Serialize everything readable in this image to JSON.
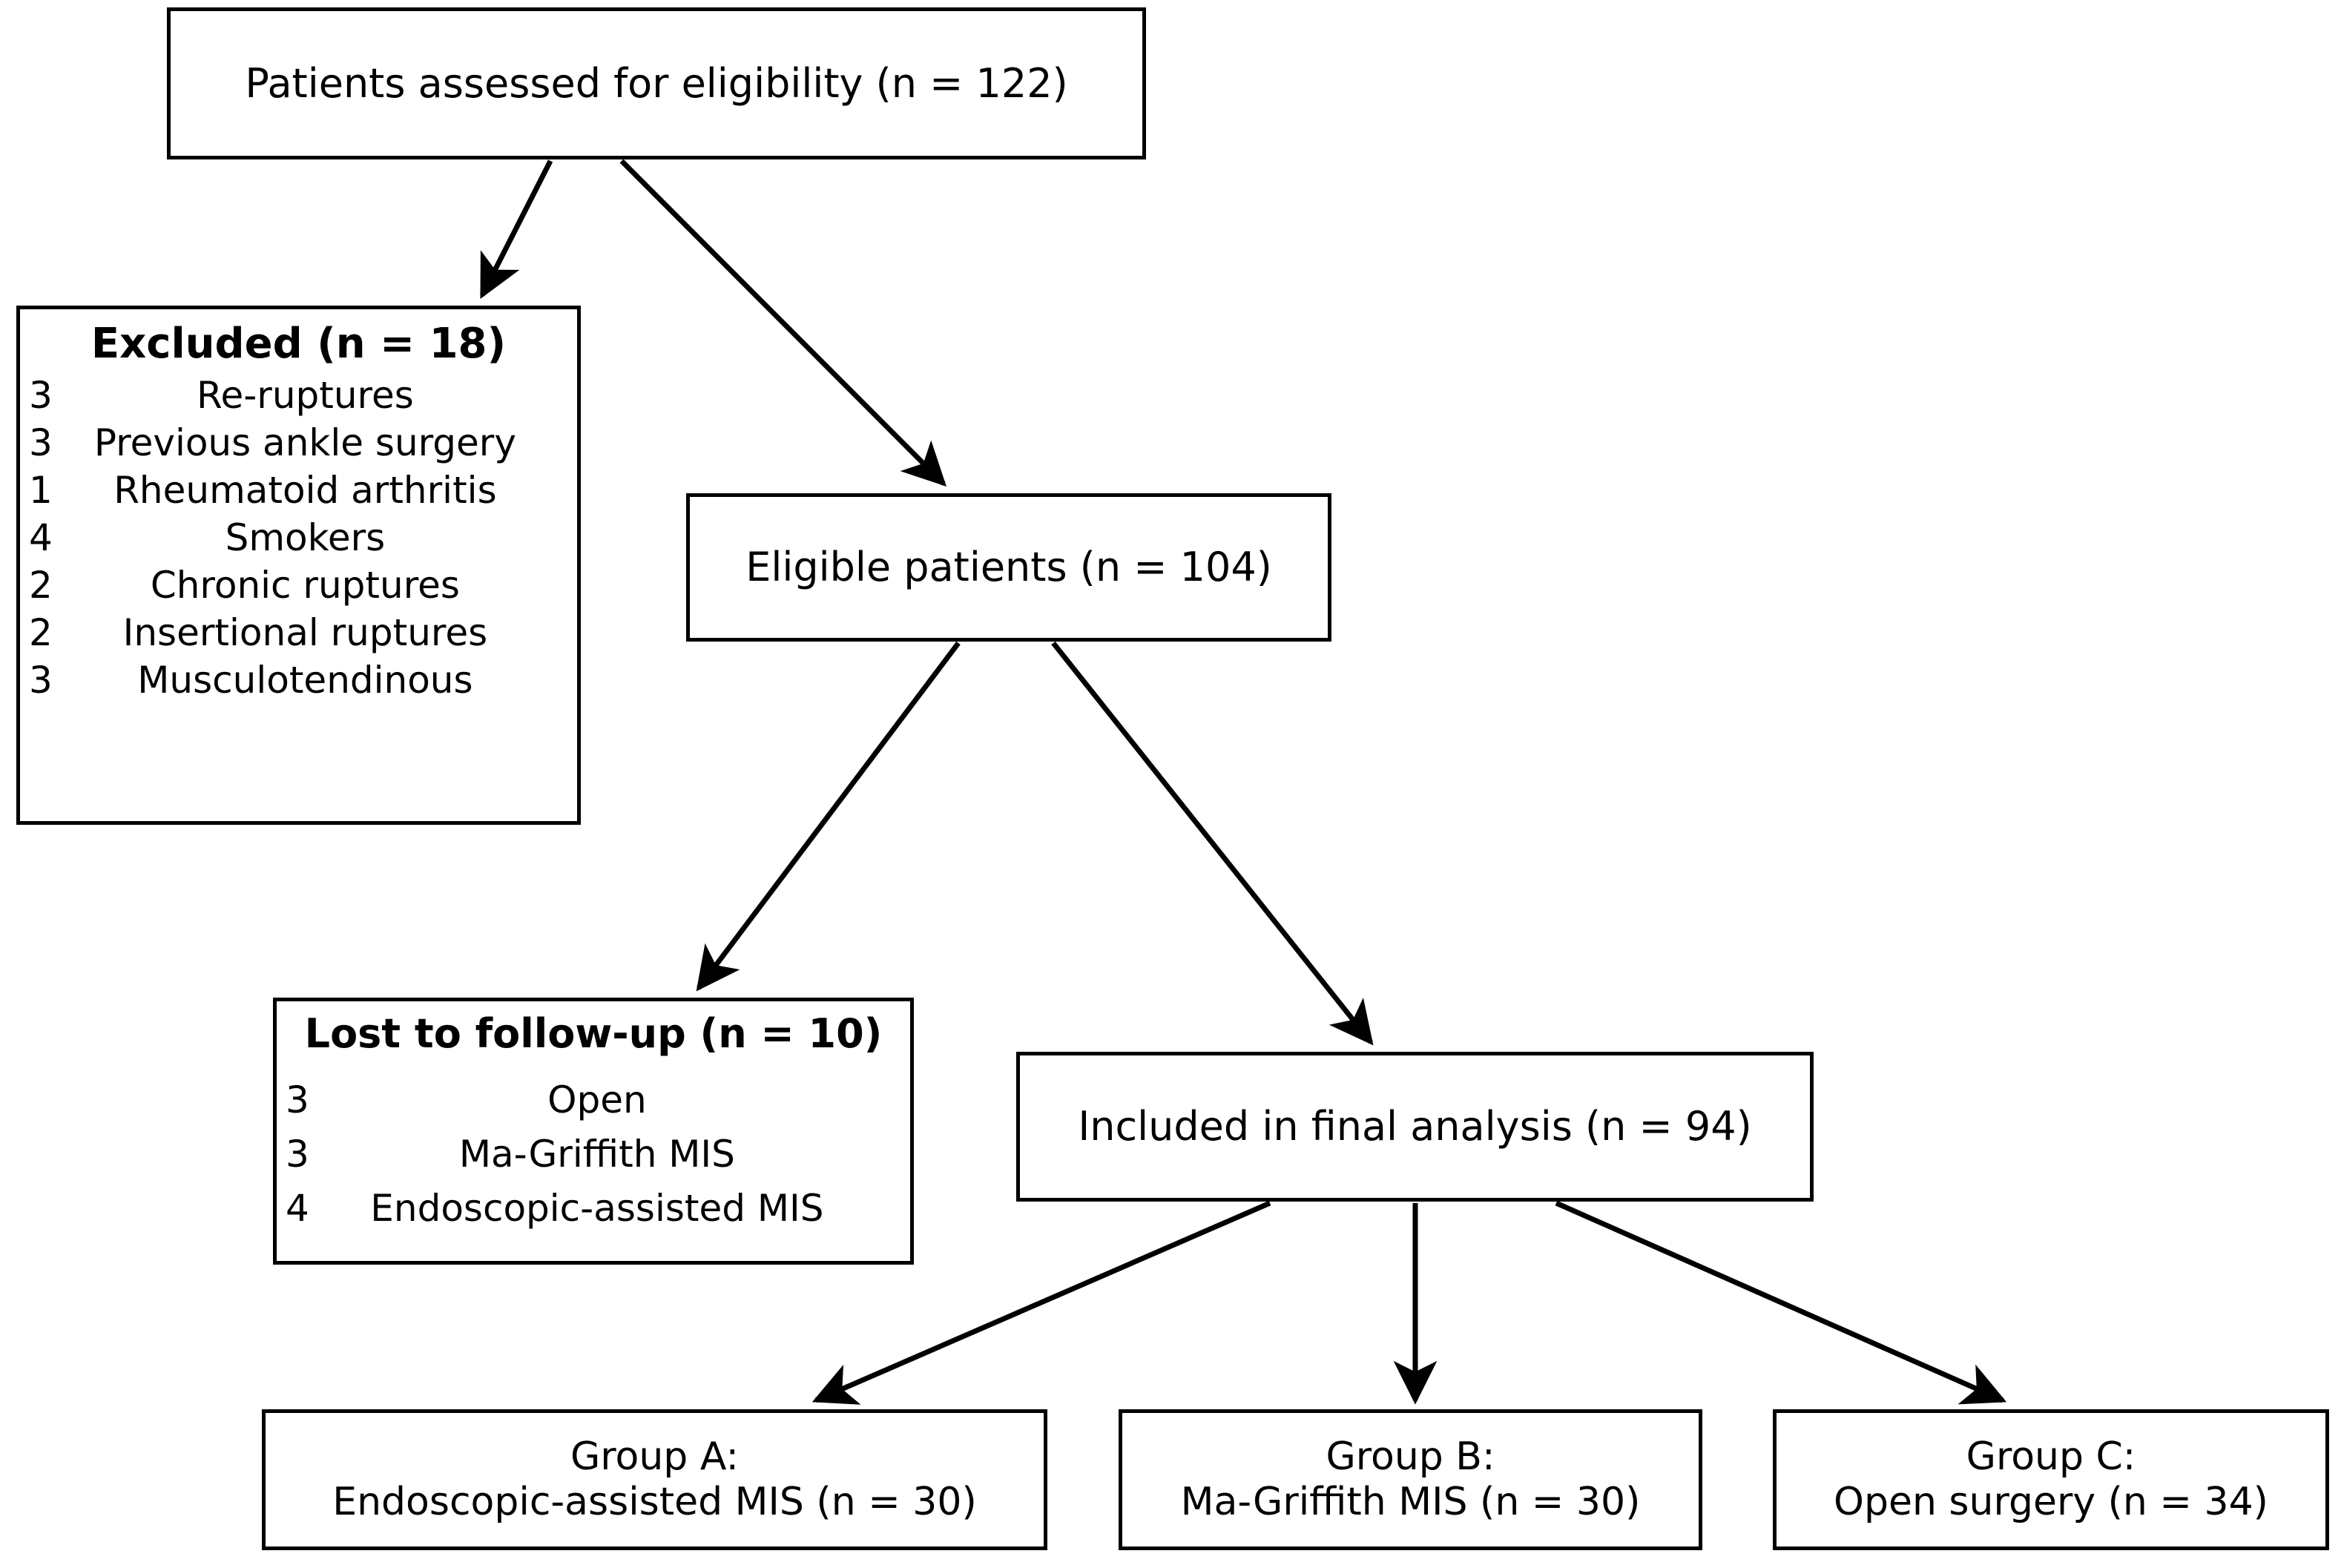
{
  "diagram": {
    "title": "CONSORT participant flow diagram",
    "colors": {
      "box_border": "#000000",
      "box_fill": "#ffffff",
      "text": "#000000",
      "edge": "#000000"
    }
  },
  "nodes": {
    "assessed": {
      "label": "Patients assessed for eligibility (n = 122)",
      "n": 122
    },
    "excluded": {
      "title": "Excluded (n = 18)",
      "n": 18,
      "reasons": [
        {
          "count": "3",
          "label": "Re-ruptures"
        },
        {
          "count": "3",
          "label": "Previous ankle surgery"
        },
        {
          "count": "1",
          "label": "Rheumatoid arthritis"
        },
        {
          "count": "4",
          "label": "Smokers"
        },
        {
          "count": "2",
          "label": "Chronic ruptures"
        },
        {
          "count": "2",
          "label": "Insertional ruptures"
        },
        {
          "count": "3",
          "label": "Musculotendinous"
        }
      ]
    },
    "eligible": {
      "label": "Eligible patients (n = 104)",
      "n": 104
    },
    "lost": {
      "title": "Lost to follow-up (n = 10)",
      "n": 10,
      "reasons": [
        {
          "count": "3",
          "label": "Open"
        },
        {
          "count": "3",
          "label": "Ma-Griffith MIS"
        },
        {
          "count": "4",
          "label": "Endoscopic-assisted MIS"
        }
      ]
    },
    "included": {
      "label": "Included in final analysis (n = 94)",
      "n": 94
    },
    "group_a": {
      "line1": "Group A:",
      "line2": "Endoscopic-assisted MIS (n = 30)",
      "n": 30
    },
    "group_b": {
      "line1": "Group B:",
      "line2": "Ma-Griffith MIS (n = 30)",
      "n": 30
    },
    "group_c": {
      "line1": "Group C:",
      "line2": "Open surgery (n = 34)",
      "n": 34
    }
  },
  "edges": [
    {
      "from": "assessed",
      "to": "excluded"
    },
    {
      "from": "assessed",
      "to": "eligible"
    },
    {
      "from": "eligible",
      "to": "lost"
    },
    {
      "from": "eligible",
      "to": "included"
    },
    {
      "from": "included",
      "to": "group_a"
    },
    {
      "from": "included",
      "to": "group_b"
    },
    {
      "from": "included",
      "to": "group_c"
    }
  ]
}
